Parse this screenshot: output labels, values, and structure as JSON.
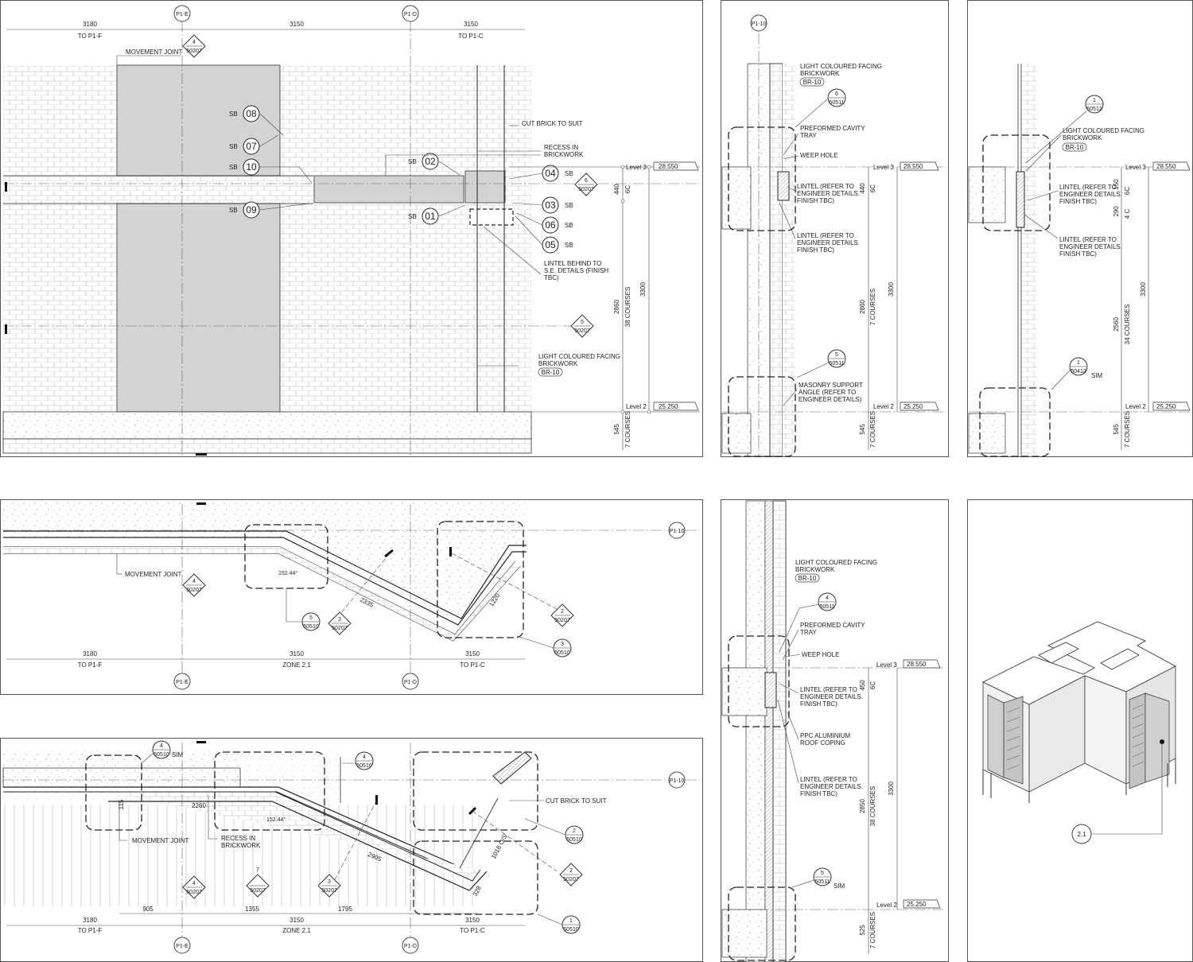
{
  "elevation": {
    "grids": [
      "P1-E",
      "P1-D"
    ],
    "dims_top": [
      {
        "value": "3180",
        "label": "TO P1-F"
      },
      {
        "value": "3150",
        "label": ""
      },
      {
        "value": "3150",
        "label": "TO P1-C"
      }
    ],
    "callout_movement": {
      "num": "4",
      "sheet": "50207"
    },
    "callout_6": {
      "num": "6",
      "sheet": "50207"
    },
    "callout_5": {
      "num": "5",
      "sheet": "50207"
    },
    "notes": {
      "movement_joint": "MOVEMENT JOINT",
      "cut_brick": "CUT BRICK TO SUIT",
      "recess_1": "RECESS IN",
      "recess_2": "BRICKWORK",
      "lintel_1": "LINTEL BEHIND TO",
      "lintel_2": "S.E. DETAILS (FINISH",
      "lintel_3": "TBC)",
      "facing_1": "LIGHT COLOURED FACING",
      "facing_2": "BRICKWORK",
      "facing_tag": "BR-10"
    },
    "sb_prefix": "SB",
    "sb_tags": [
      "08",
      "07",
      "10",
      "09",
      "02",
      "01",
      "04",
      "03",
      "06",
      "05"
    ],
    "levels": [
      {
        "name": "Level 3",
        "value": "28.550"
      },
      {
        "name": "Level 2",
        "value": "25.250"
      }
    ],
    "vdims": {
      "d440": "440",
      "c6": "6C",
      "d2860": "2860",
      "c38": "38 COURSES",
      "d3300": "3300",
      "d545": "545",
      "c7": "7 COURSES"
    }
  },
  "section_a": {
    "grid": "P1-10",
    "notes": {
      "facing_1": "LIGHT COLOURED FACING",
      "facing_2": "BRICKWORK",
      "facing_tag": "BR-10",
      "tray_1": "PREFORMED CAVITY",
      "tray_2": "TRAY",
      "weep": "WEEP HOLE",
      "lintel_a1": "LINTEL (REFER TO",
      "lintel_a2": "ENGINEER DETAILS.",
      "lintel_a3": "FINISH TBC)",
      "lintel_b1": "LINTEL (REFER TO",
      "lintel_b2": "ENGINEER DETAILS.",
      "lintel_b3": "FINISH TBC)",
      "angle_1": "MASONRY SUPPORT",
      "angle_2": "ANGLE (REFER TO",
      "angle_3": "ENGINEER DETAILS)"
    },
    "callouts": [
      {
        "num": "6",
        "sheet": "50511"
      },
      {
        "num": "5",
        "sheet": "50511"
      }
    ],
    "levels": [
      {
        "name": "Level 3",
        "value": "28.550"
      },
      {
        "name": "Level 2",
        "value": "25.250"
      }
    ],
    "vdims": {
      "d440": "440",
      "c6": "6C",
      "d2860": "2860",
      "c7a": "7 COURSES",
      "d3300": "3300",
      "d545": "545",
      "c7b": "7 COURSES"
    }
  },
  "section_b": {
    "notes": {
      "facing_1": "LIGHT COLOURED FACING",
      "facing_2": "BRICKWORK",
      "facing_tag": "BR-10",
      "lintel_a1": "LINTEL (REFER TO",
      "lintel_a2": "ENGINEER DETAILS.",
      "lintel_a3": "FINISH TBC)",
      "lintel_b1": "LINTEL (REFER TO",
      "lintel_b2": "ENGINEER DETAILS.",
      "lintel_b3": "FINISH TBC)",
      "sim": "SIM"
    },
    "callouts": [
      {
        "num": "1",
        "sheet": "50512"
      },
      {
        "num": "1",
        "sheet": "50412"
      }
    ],
    "levels": [
      {
        "name": "Level 3",
        "value": "28.550"
      },
      {
        "name": "Level 2",
        "value": "25.250"
      }
    ],
    "vdims": {
      "d150": "150",
      "c6": "6C",
      "d290": "290",
      "c4": "4 C",
      "d2560": "2560",
      "c34": "34 COURSES",
      "d3300": "3300",
      "d545": "545",
      "c7": "7 COURSES"
    }
  },
  "plan_a": {
    "grids": [
      "P1-E",
      "P1-D",
      "P1-10"
    ],
    "movement_joint": "MOVEMENT JOINT",
    "angle": "152.44°",
    "dim_diag": "2335",
    "dim_return": "1220",
    "callouts": [
      {
        "num": "4",
        "sheet": "50207"
      },
      {
        "num": "5",
        "sheet": "50510"
      },
      {
        "num": "3",
        "sheet": "50207"
      },
      {
        "num": "2",
        "sheet": "50207"
      },
      {
        "num": "3",
        "sheet": "50510"
      }
    ],
    "dims_bottom": [
      {
        "value": "3180",
        "label": "TO P1-F"
      },
      {
        "value": "3150",
        "label": "ZONE 2.1"
      },
      {
        "value": "3150",
        "label": "TO P1-C"
      }
    ]
  },
  "plan_b": {
    "grids": [
      "P1-E",
      "P1-D",
      "P1-10"
    ],
    "movement_joint": "MOVEMENT JOINT",
    "recess_1": "RECESS IN",
    "recess_2": "BRICKWORK",
    "cut_brick": "CUT BRICK TO SUIT",
    "angle": "152.44°",
    "dim_2260": "2260",
    "dim_115": "115",
    "dim_diag": "2905",
    "dim_os": "1018 O/S",
    "dim_328": "328",
    "sim": "SIM",
    "callouts": [
      {
        "num": "4",
        "sheet": "50510"
      },
      {
        "num": "4",
        "sheet": "50510"
      },
      {
        "num": "4",
        "sheet": "50207"
      },
      {
        "num": "7",
        "sheet": "50207"
      },
      {
        "num": "3",
        "sheet": "50207"
      },
      {
        "num": "2",
        "sheet": "50510"
      },
      {
        "num": "2",
        "sheet": "50207"
      },
      {
        "num": "1",
        "sheet": "50510"
      }
    ],
    "dims_mid": [
      "905",
      "1355",
      "1795"
    ],
    "dims_bottom": [
      {
        "value": "3180",
        "label": "TO P1-F"
      },
      {
        "value": "3150",
        "label": "ZONE 2.1"
      },
      {
        "value": "3150",
        "label": "TO P1-C"
      }
    ]
  },
  "section_c": {
    "notes": {
      "facing_1": "LIGHT COLOURED FACING",
      "facing_2": "BRICKWORK",
      "facing_tag": "BR-10",
      "tray_1": "PREFORMED CAVITY",
      "tray_2": "TRAY",
      "weep": "WEEP HOLE",
      "lintel_a1": "LINTEL (REFER TO",
      "lintel_a2": "ENGINEER DETAILS.",
      "lintel_a3": "FINISH TBC)",
      "coping_1": "PPC ALUMINIUM",
      "coping_2": "ROOF COPING",
      "lintel_b1": "LINTEL (REFER TO",
      "lintel_b2": "ENGINEER DETAILS.",
      "lintel_b3": "FINISH TBC)",
      "sim": "SIM"
    },
    "callouts": [
      {
        "num": "4",
        "sheet": "50511"
      },
      {
        "num": "5",
        "sheet": "50511"
      }
    ],
    "levels": [
      {
        "name": "Level 3",
        "value": "28.550"
      },
      {
        "name": "Level 2",
        "value": "25.250"
      }
    ],
    "vdims": {
      "d450": "450",
      "c6": "6C",
      "d2850": "2850",
      "c38": "38 COURSES",
      "d3300": "3300",
      "d525": "525",
      "c7": "7 COURSES"
    }
  },
  "axo": {
    "zone": "2.1"
  }
}
